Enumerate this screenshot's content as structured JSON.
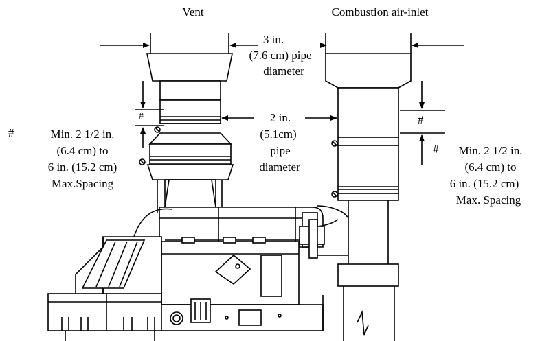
{
  "labels": {
    "vent": "Vent",
    "inlet": "Combustion air-inlet",
    "pipe3": [
      "3 in.",
      "(7.6 cm) pipe",
      "diameter"
    ],
    "pipe2": [
      "2 in.",
      "(5.1cm)",
      "pipe",
      "diameter"
    ],
    "spacing_left": [
      "Min. 2 1/2 in.",
      "(6.4 cm) to",
      "6 in. (15.2 cm)",
      "Max.Spacing"
    ],
    "spacing_right": [
      "Min. 2 1/2 in.",
      "(6.4 cm) to",
      "6 in. (15.2 cm)",
      "Max. Spacing"
    ],
    "hash": "#"
  },
  "colors": {
    "line": "#000000",
    "background": "#ffffff"
  }
}
